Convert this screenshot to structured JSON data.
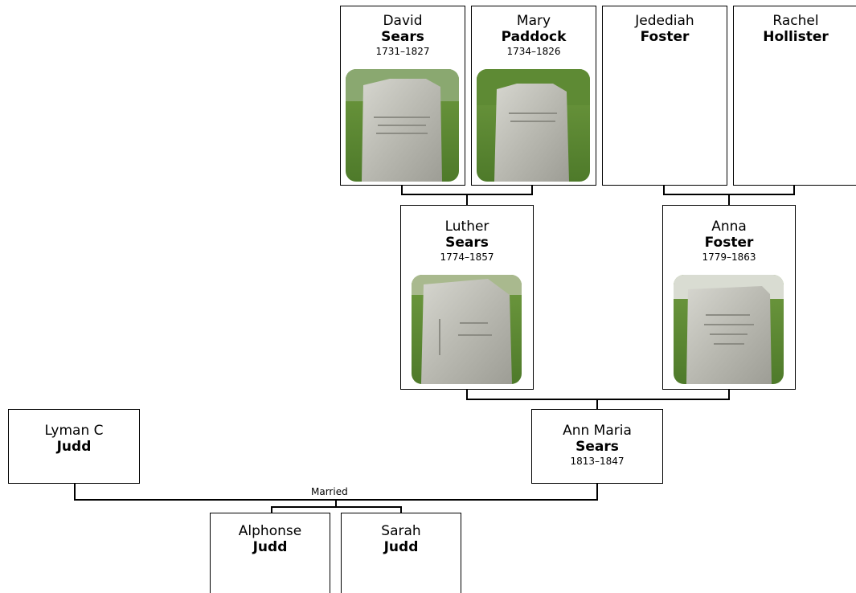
{
  "people": {
    "david": {
      "given": "David",
      "surname": "Sears",
      "dates": "1731–1827",
      "photo": "gravestone-photo"
    },
    "mary": {
      "given": "Mary",
      "surname": "Paddock",
      "dates": "1734–1826",
      "photo": "gravestone-photo"
    },
    "jedediah": {
      "given": "Jedediah",
      "surname": "Foster"
    },
    "rachel": {
      "given": "Rachel",
      "surname": "Hollister"
    },
    "luther": {
      "given": "Luther",
      "surname": "Sears",
      "dates": "1774–1857",
      "photo": "gravestone-photo"
    },
    "anna": {
      "given": "Anna",
      "surname": "Foster",
      "dates": "1779–1863",
      "photo": "gravestone-photo"
    },
    "lyman": {
      "given": "Lyman C",
      "surname": "Judd"
    },
    "annmaria": {
      "given": "Ann Maria",
      "surname": "Sears",
      "dates": "1813–1847"
    },
    "alphonse": {
      "given": "Alphonse",
      "surname": "Judd"
    },
    "sarah": {
      "given": "Sarah",
      "surname": "Judd"
    }
  },
  "relationships": {
    "lyman_annmaria": "Married"
  }
}
